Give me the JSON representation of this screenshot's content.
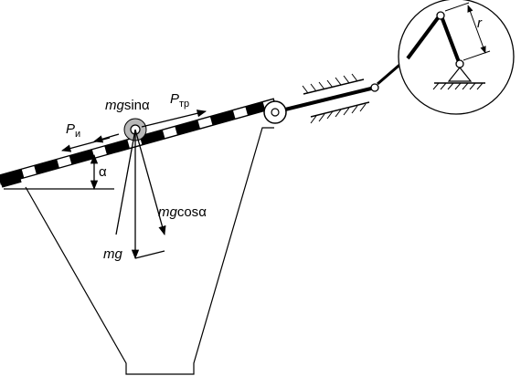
{
  "labels": {
    "mg_sin_alpha": {
      "m": "mg",
      "f": "sin",
      "a": "α"
    },
    "p_tr": {
      "base": "P",
      "sub": "тр"
    },
    "p_i": {
      "base": "P",
      "sub": "и"
    },
    "alpha": "α",
    "mg_cos_alpha": {
      "m": "mg",
      "f": "cos",
      "a": "α"
    },
    "mg": "mg",
    "r": "r"
  }
}
